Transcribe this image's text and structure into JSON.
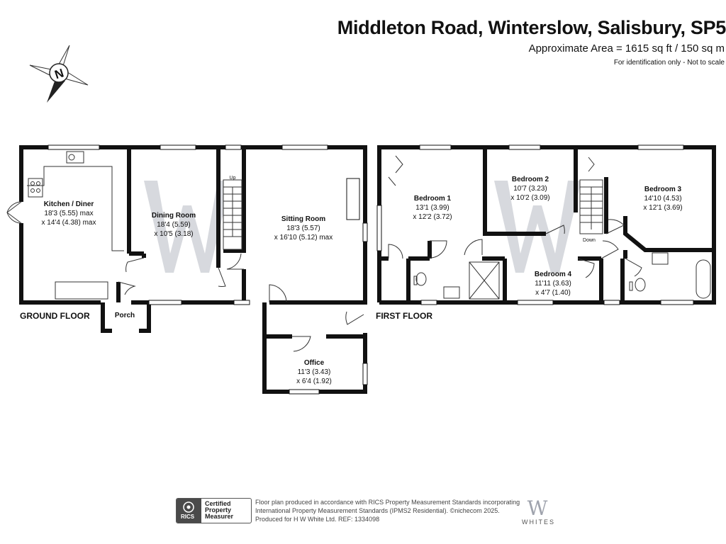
{
  "header": {
    "title": "Middleton Road, Winterslow, Salisbury, SP5",
    "area": "Approximate Area = 1615 sq ft / 150 sq m",
    "note": "For identification only - Not to scale"
  },
  "compass": {
    "letter": "N"
  },
  "floors": {
    "ground": {
      "label": "GROUND FLOOR",
      "rooms": [
        {
          "name": "Kitchen / Diner",
          "dim1": "18'3 (5.55) max",
          "dim2": "x 14'4 (4.38) max"
        },
        {
          "name": "Dining Room",
          "dim1": "18'4 (5.59)",
          "dim2": "x 10'5 (3.18)"
        },
        {
          "name": "Sitting Room",
          "dim1": "18'3 (5.57)",
          "dim2": "x 16'10 (5.12) max"
        },
        {
          "name": "Office",
          "dim1": "11'3 (3.43)",
          "dim2": "x 6'4 (1.92)"
        },
        {
          "name": "Porch"
        }
      ],
      "stair_label": "Up"
    },
    "first": {
      "label": "FIRST FLOOR",
      "rooms": [
        {
          "name": "Bedroom 1",
          "dim1": "13'1 (3.99)",
          "dim2": "x 12'2 (3.72)"
        },
        {
          "name": "Bedroom 2",
          "dim1": "10'7 (3.23)",
          "dim2": "x 10'2 (3.09)"
        },
        {
          "name": "Bedroom 3",
          "dim1": "14'10 (4.53)",
          "dim2": "x 12'1 (3.69)"
        },
        {
          "name": "Bedroom 4",
          "dim1": "11'11 (3.63)",
          "dim2": "x 4'7 (1.40)"
        }
      ],
      "stair_label": "Down"
    }
  },
  "footer": {
    "rics": "RICS",
    "badge_line1": "Certified",
    "badge_line2": "Property",
    "badge_line3": "Measurer",
    "disclaimer": "Floor plan produced in accordance with RICS Property Measurement Standards incorporating International Property Measurement Standards (IPMS2 Residential).  ©nichecom 2025. Produced for H W White Ltd.   REF: 1334098",
    "brand_mark": "W",
    "brand_name": "WHITES"
  }
}
